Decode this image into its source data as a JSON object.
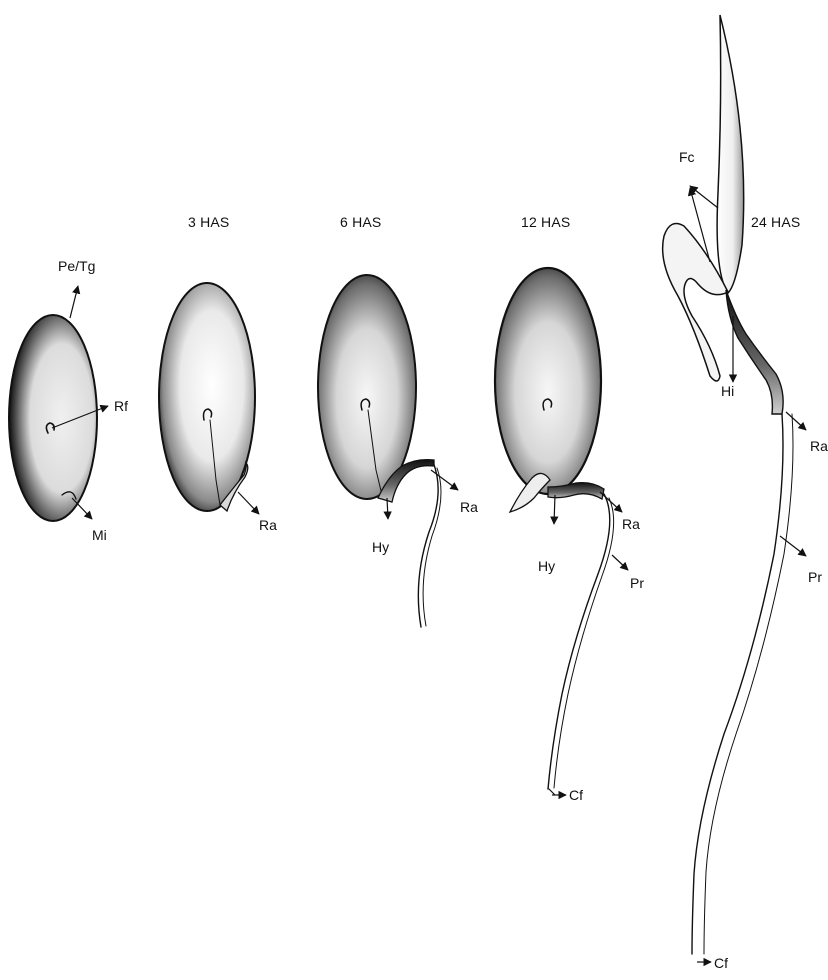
{
  "stages": [
    {
      "id": "seed",
      "title": "",
      "labels": {
        "testa": "Pe/Tg",
        "raphe": "Rf",
        "micropyle": "Mi"
      }
    },
    {
      "id": "h3",
      "title": "3 HAS",
      "labels": {
        "radicle": "Ra"
      }
    },
    {
      "id": "h6",
      "title": "6 HAS",
      "labels": {
        "hypocotyl": "Hy",
        "radicle": "Ra"
      }
    },
    {
      "id": "h12",
      "title": "12 HAS",
      "labels": {
        "hypocotyl": "Hy",
        "radicle": "Ra",
        "primary_root": "Pr",
        "root_cap": "Cf"
      }
    },
    {
      "id": "h24",
      "title": "24 HAS",
      "labels": {
        "foliaceous_cotyledons": "Fc",
        "hypocotyl": "Hi",
        "radicle": "Ra",
        "primary_root": "Pr",
        "root_cap": "Cf"
      }
    }
  ]
}
